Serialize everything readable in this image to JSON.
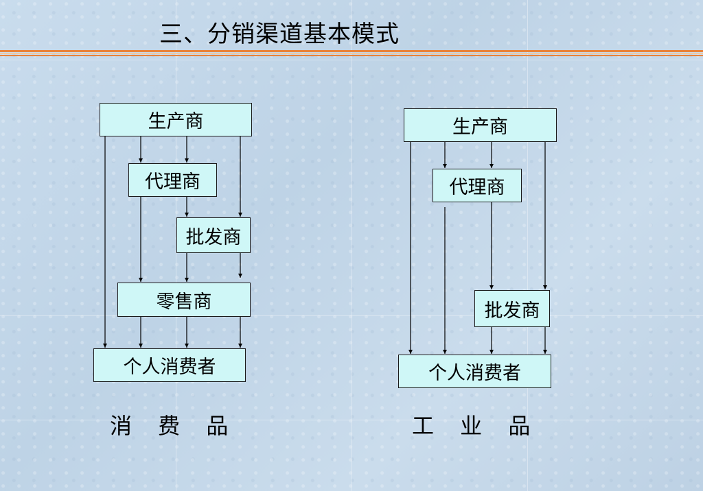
{
  "title": "三、分销渠道基本模式",
  "diagrams": {
    "consumer": {
      "nodes": {
        "producer": "生产商",
        "agent": "代理商",
        "wholesaler": "批发商",
        "retailer": "零售商",
        "consumer": "个人消费者"
      },
      "caption": "消 费 品"
    },
    "industrial": {
      "nodes": {
        "producer": "生产商",
        "agent": "代理商",
        "wholesaler": "批发商",
        "consumer": "个人消费者"
      },
      "caption": "工 业 品"
    }
  },
  "colors": {
    "node_fill": "#cff7f7",
    "rule_orange": "#e8823a",
    "background": "#c4d8ea"
  }
}
